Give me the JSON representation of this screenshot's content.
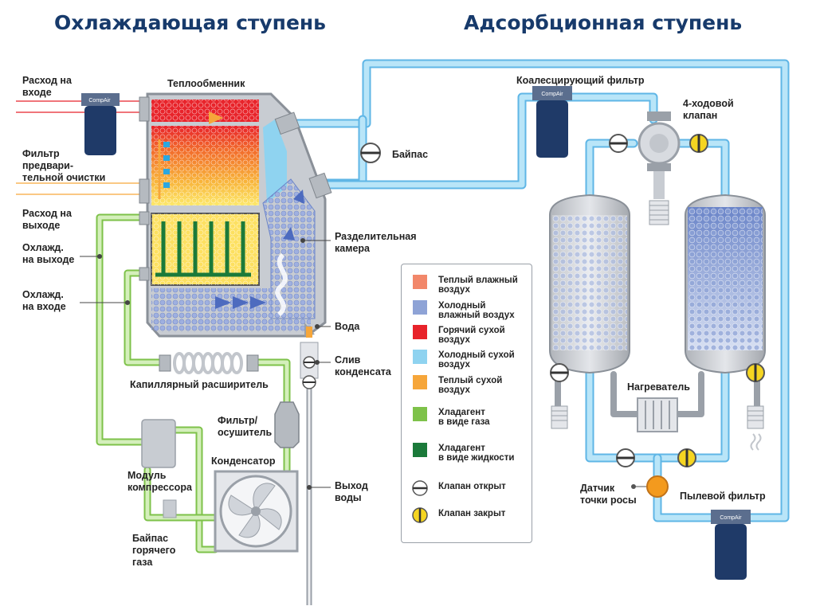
{
  "titles": {
    "cooling_stage": "Охлаждающая ступень",
    "adsorption_stage": "Адсорбционная ступень"
  },
  "labels": {
    "inlet_flow": "Расход на\nвходе",
    "prefilter": "Фильтр\nпредвари-\nтельной очистки",
    "outlet_flow": "Расход на\nвыходе",
    "coolant_out": "Охлажд.\nна выходе",
    "coolant_in": "Охлажд.\nна входе",
    "heat_exchanger": "Теплообменник",
    "bypass": "Байпас",
    "separation_chamber": "Разделительная\nкамера",
    "water": "Вода",
    "condensate_drain": "Слив\nконденсата",
    "capillary_expander": "Капиллярный расширитель",
    "filter_dryer": "Фильтр/\nосушитель",
    "condenser": "Конденсатор",
    "compressor_module": "Модуль\nкомпрессора",
    "hot_gas_bypass": "Байпас\nгорячего\nгаза",
    "water_outlet": "Выход\nводы",
    "coalescing_filter": "Коалесцирующий фильтр",
    "four_way_valve": "4-ходовой\nклапан",
    "heater": "Нагреватель",
    "dew_point_sensor": "Датчик\nточки росы",
    "dust_filter": "Пылевой фильтр",
    "brand": "CompAir"
  },
  "legend": [
    {
      "text": "Теплый влажный\nвоздух",
      "color": "#f2876a",
      "icon": "swatch"
    },
    {
      "text": "Холодный\nвлажный воздух",
      "color": "#8ea3d6",
      "icon": "swatch"
    },
    {
      "text": "Горячий сухой\nвоздух",
      "color": "#e8232a",
      "icon": "swatch"
    },
    {
      "text": "Холодный сухой\nвоздух",
      "color": "#8fd3f0",
      "icon": "swatch"
    },
    {
      "text": "Теплый сухой\nвоздух",
      "color": "#f6a63a",
      "icon": "swatch"
    },
    {
      "text": "Хладагент\nв виде газа",
      "color": "#7ec24a",
      "icon": "swatch"
    },
    {
      "text": "Хладагент\nв виде жидкости",
      "color": "#1b7a3a",
      "icon": "swatch"
    },
    {
      "text": "Клапан открыт",
      "color": "#ffffff",
      "icon": "valve-open"
    },
    {
      "text": "Клапан закрыт",
      "color": "#f5d521",
      "icon": "valve-closed"
    }
  ],
  "colors": {
    "title": "#173a6b",
    "pipe_dry": "#8fd3f0",
    "pipe_gas": "#a9dc7e",
    "pipe_liquid": "#1b7a3a",
    "hot": "#e8232a",
    "warm": "#f6a63a",
    "cold_wet": "#8ea3d6",
    "filter_body": "#1f3a68",
    "valve_closed": "#f5d521",
    "sensor": "#f39a1e"
  }
}
